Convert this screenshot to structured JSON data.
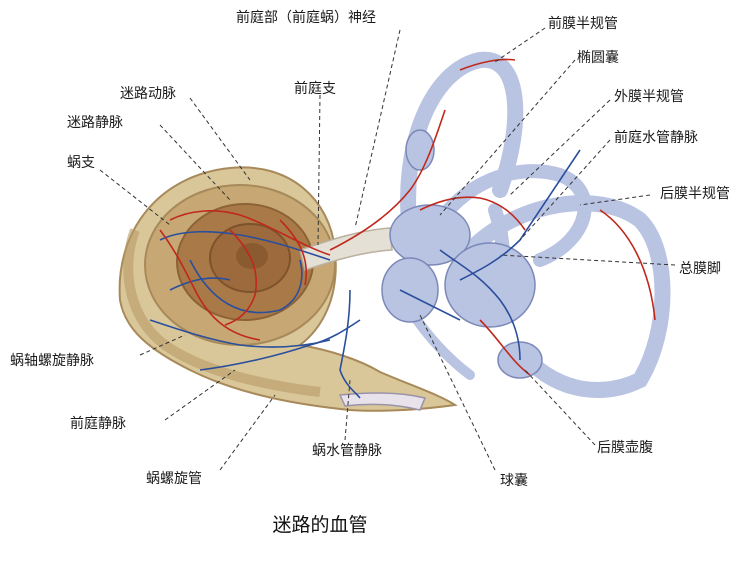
{
  "caption": "迷路的血管",
  "labels": {
    "vestibular_nerve": "前庭部（前庭蜗）神经",
    "anterior_canal": "前膜半规管",
    "utricle": "椭圆囊",
    "lateral_canal": "外膜半规管",
    "vestibular_aqueduct_vein": "前庭水管静脉",
    "posterior_canal": "后膜半规管",
    "common_crus": "总膜脚",
    "posterior_ampulla": "后膜壶腹",
    "saccule": "球囊",
    "cochlear_aqueduct_vein": "蜗水管静脉",
    "cochlear_duct": "蜗螺旋管",
    "vestibular_vein": "前庭静脉",
    "modiolar_spiral_vein": "蜗轴螺旋静脉",
    "cochlear_branch": "蜗支",
    "labyrinthine_vein": "迷路静脉",
    "labyrinthine_artery": "迷路动脉",
    "vestibular_branch": "前庭支"
  },
  "colors": {
    "bone": "#d9c79a",
    "bone_shadow": "#a8895a",
    "cochlea_inner": "#9c6a3c",
    "membranous": "#b9c3e2",
    "membranous_edge": "#7c88b8",
    "artery": "#c0281c",
    "vein": "#2a4f9c"
  }
}
